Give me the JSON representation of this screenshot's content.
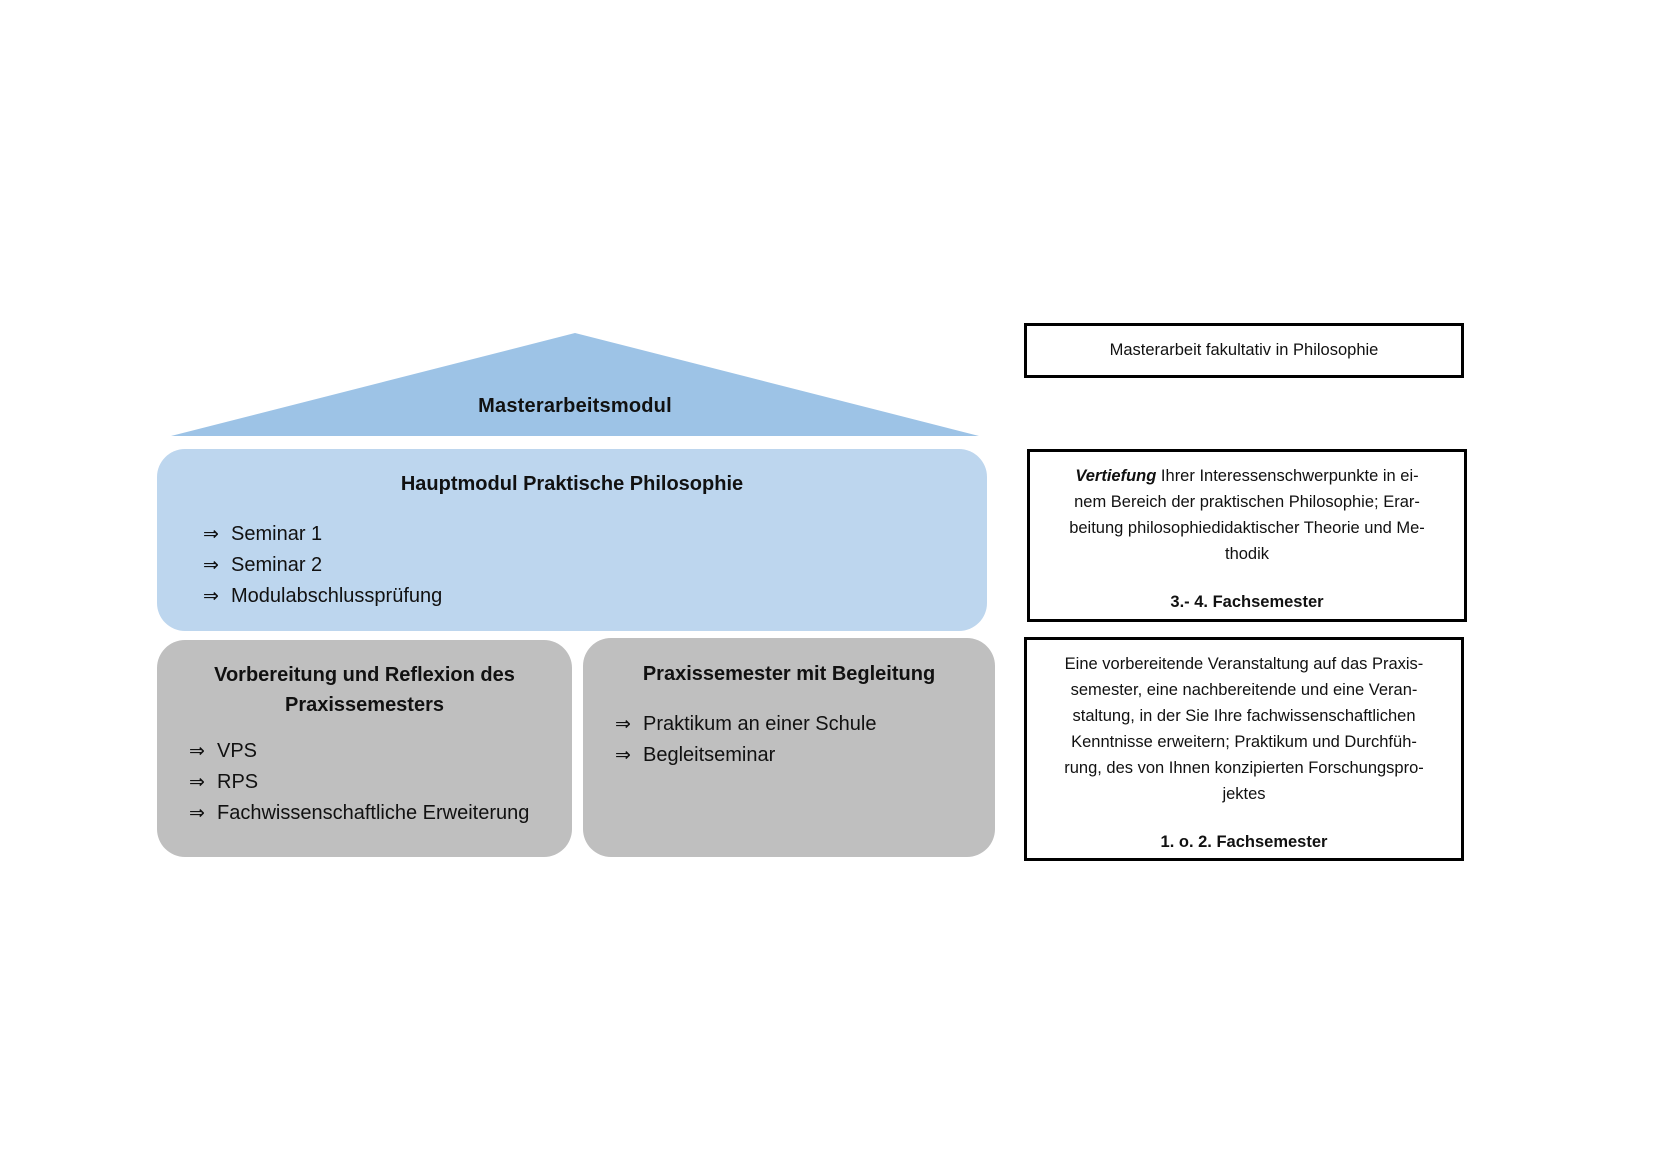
{
  "diagram": {
    "roof": {
      "label": "Masterarbeitsmodul",
      "color": "#9dc3e6"
    },
    "main_module": {
      "title": "Hauptmodul Praktische Philosophie",
      "color": "#bdd6ee",
      "items": [
        {
          "arrow": "⇒",
          "label": "Seminar 1"
        },
        {
          "arrow": "⇒",
          "label": "Seminar 2"
        },
        {
          "arrow": "⇒",
          "label": "Modulabschlussprüfung"
        }
      ]
    },
    "prep_module": {
      "title": "Vorbereitung und Reflexion des Praxissemesters",
      "color": "#bfbfbf",
      "items": [
        {
          "arrow": "⇒",
          "label": "VPS"
        },
        {
          "arrow": "⇒",
          "label": "RPS"
        },
        {
          "arrow": "⇒",
          "label": "Fachwissenschaftliche Erweiterung"
        }
      ]
    },
    "practice_module": {
      "title": "Praxissemester mit Begleitung",
      "color": "#bfbfbf",
      "items": [
        {
          "arrow": "⇒",
          "label": "Praktikum an einer Schule"
        },
        {
          "arrow": "⇒",
          "label": "Begleitseminar"
        }
      ]
    }
  },
  "side_boxes": {
    "thesis": {
      "text": "Masterarbeit fakultativ in Philosophie"
    },
    "depth": {
      "emphasis": "Vertiefung",
      "lines": [
        " Ihrer Interessenschwerpunkte in ei-",
        "nem Bereich der praktischen Philosophie; Erar-",
        "beitung philosophiedidaktischer Theorie und Me-",
        "thodik"
      ],
      "term": "3.- 4. Fachsemester"
    },
    "practice": {
      "lines": [
        "Eine vorbereitende Veranstaltung auf das Praxis-",
        "semester, eine nachbereitende und eine Veran-",
        "staltung, in der Sie Ihre fachwissenschaftlichen",
        "Kenntnisse erweitern; Praktikum und Durchfüh-",
        "rung, des von Ihnen konzipierten Forschungspro-",
        "jektes"
      ],
      "term": "1. o. 2. Fachsemester"
    }
  }
}
